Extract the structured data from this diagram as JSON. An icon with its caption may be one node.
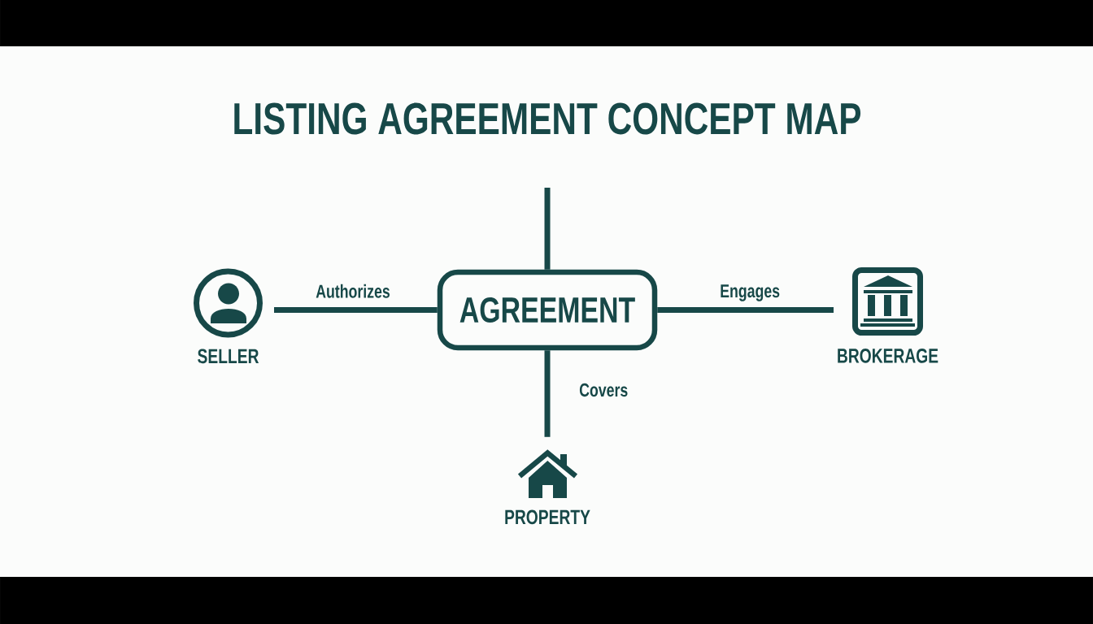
{
  "diagram": {
    "title": "LISTING AGREEMENT CONCEPT MAP",
    "nodes": [
      {
        "text": [
          "SELLER"
        ]
      },
      {
        "text": [
          "AGREEMENT"
        ]
      },
      {
        "text": [
          "BROKERAGE"
        ]
      },
      {
        "text": [
          "PROPERTY"
        ]
      }
    ],
    "edges": [
      {
        "from": 0,
        "to": 1,
        "arrow": "none",
        "label": "Authorizes"
      },
      {
        "from": 1,
        "to": 2,
        "arrow": "none",
        "label": "Engages"
      },
      {
        "from": 1,
        "to": 3,
        "arrow": "none",
        "label": "Covers"
      },
      {
        "from": 1,
        "to": null,
        "arrow": "none"
      }
    ]
  }
}
